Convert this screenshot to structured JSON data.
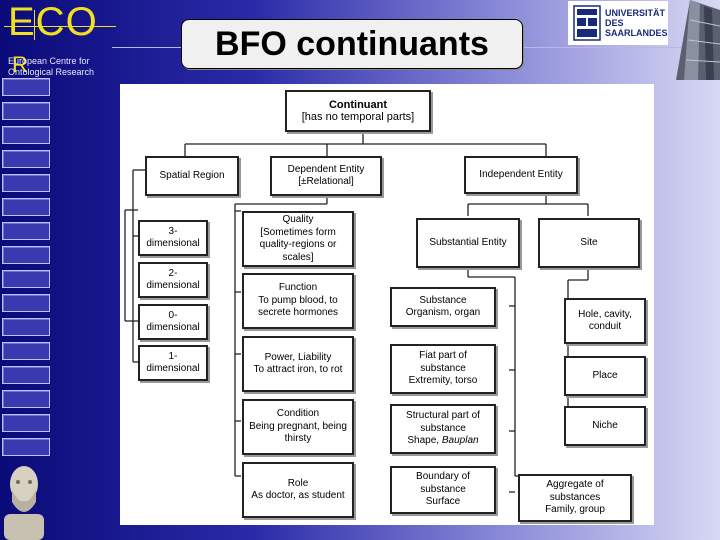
{
  "logo": {
    "letters": "ECO",
    "letter_r": "R",
    "subtitle_line1": "European Centre for",
    "subtitle_line2": "Ontological Research"
  },
  "slide": {
    "title": "BFO continuants"
  },
  "university": {
    "line1": "UNIVERSITÄT",
    "line2": "DES",
    "line3": "SAARLANDES"
  },
  "diagram": {
    "continuant": {
      "line1": "Continuant",
      "line2": "[has no temporal parts]"
    },
    "spatial_region": {
      "line1": "Spatial Region"
    },
    "dependent_entity": {
      "line1": "Dependent Entity",
      "line2": "[±Relational]"
    },
    "independent_entity": {
      "line1": "Independent Entity"
    },
    "three_dim": {
      "line1": "3-",
      "line2": "dimensional"
    },
    "two_dim": {
      "line1": "2-",
      "line2": "dimensional"
    },
    "zero_dim": {
      "line1": "0-",
      "line2": "dimensional"
    },
    "one_dim": {
      "line1": "1-",
      "line2": "dimensional"
    },
    "quality": {
      "line1": "Quality",
      "line2": "[Sometimes form",
      "line3": "quality-regions or",
      "line4": "scales]"
    },
    "function": {
      "line1": "Function",
      "line2": "To pump blood, to",
      "line3": "secrete hormones"
    },
    "power": {
      "line1": "Power, Liability",
      "line2": "To attract iron, to rot"
    },
    "condition": {
      "line1": "Condition",
      "line2": "Being pregnant, being",
      "line3": "thirsty"
    },
    "role": {
      "line1": "Role",
      "line2": "As doctor, as student"
    },
    "substantial_entity": {
      "line1": "Substantial Entity"
    },
    "site": {
      "line1": "Site"
    },
    "substance": {
      "line1": "Substance",
      "line2": "Organism, organ"
    },
    "fiat_part": {
      "line1": "Fiat part of",
      "line2": "substance",
      "line3": "Extremity, torso"
    },
    "structural_part": {
      "line1": "Structural part of",
      "line2": "substance",
      "line3": "Shape,",
      "line3b": "Bauplan"
    },
    "boundary": {
      "line1": "Boundary of",
      "line2": "substance",
      "line3": "Surface"
    },
    "hole": {
      "line1": "Hole, cavity,",
      "line2": "conduit"
    },
    "place": {
      "line1": "Place"
    },
    "niche": {
      "line1": "Niche"
    },
    "aggregate": {
      "line1": "Aggregate of",
      "line2": "substances",
      "line3": "Family, group"
    }
  }
}
